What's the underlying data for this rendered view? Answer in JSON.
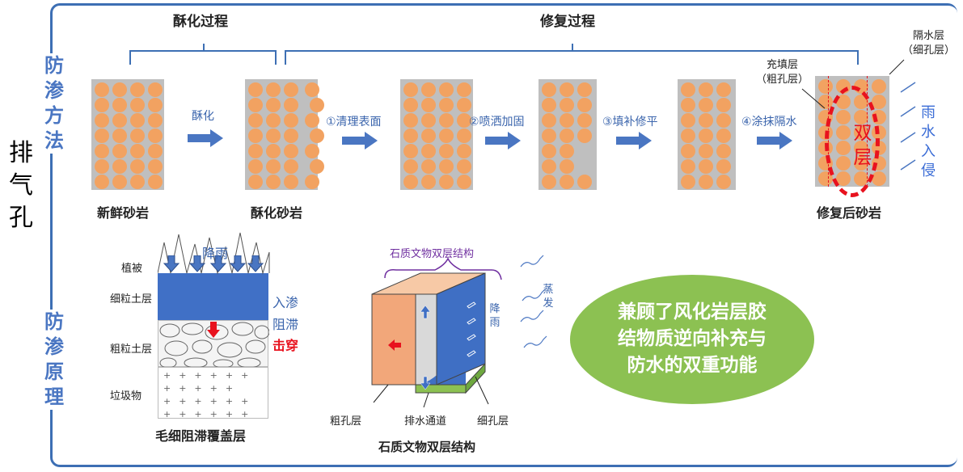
{
  "side_label": [
    "排",
    "气",
    "孔"
  ],
  "left_titles": {
    "top": [
      "防",
      "渗",
      "方",
      "法"
    ],
    "bottom": [
      "防",
      "渗",
      "原",
      "理"
    ]
  },
  "process": {
    "section1": "酥化过程",
    "section2": "修复过程",
    "arrow_labels": [
      "酥化",
      "①清理表面",
      "②喷洒加固",
      "③填补修平",
      "④涂抹隔水"
    ],
    "fresh": "新鲜砂岩",
    "weathered": "酥化砂岩",
    "repaired": "修复后砂岩",
    "fill_layer": [
      "充填层",
      "（粗孔层）"
    ],
    "water_layer": [
      "隔水层",
      "（细孔层）"
    ],
    "double_layer": [
      "双",
      "层"
    ],
    "rain_intrusion": [
      "雨",
      "水",
      "入",
      "侵"
    ]
  },
  "capillary": {
    "rain": "降雨",
    "layers": [
      "植被",
      "细粒土层",
      "粗粒土层",
      "垃圾物"
    ],
    "infiltration": "入渗",
    "retardation": "阻滞",
    "breakthrough": "击穿",
    "caption": "毛细阻滞覆盖层"
  },
  "double_structure": {
    "top_label": "石质文物双层结构",
    "rain": [
      "降",
      "雨"
    ],
    "evaporation": [
      "蒸",
      "发"
    ],
    "coarse": "粗孔层",
    "drain": "排水通道",
    "fine": "细孔层",
    "caption": "石质文物双层结构"
  },
  "summary": [
    "兼顾了风化岩层胶",
    "结物质逆向补充与",
    "防水的双重功能"
  ],
  "colors": {
    "accent_blue": "#3d6fb4",
    "orange": "#f2a261",
    "red": "#e8121e",
    "green": "#8cc152"
  }
}
